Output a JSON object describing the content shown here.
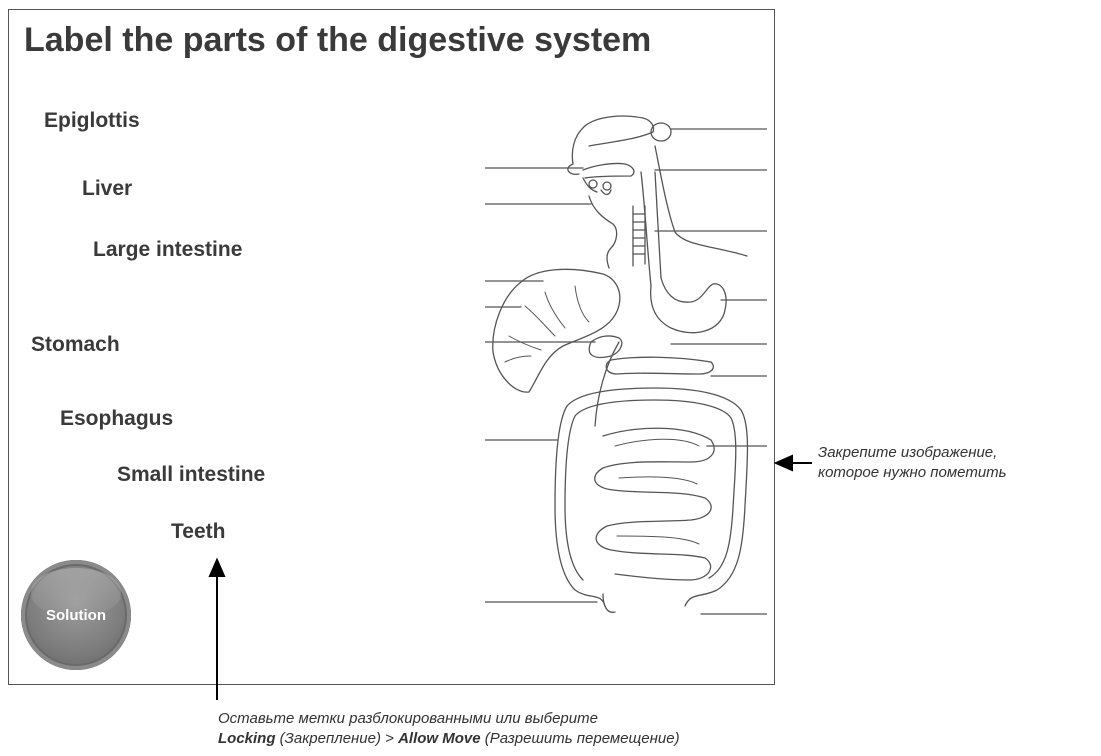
{
  "slide": {
    "title": "Label the parts of the digestive system",
    "labels": [
      "Epiglottis",
      "Liver",
      "Large intestine",
      "Stomach",
      "Esophagus",
      "Small intestine",
      "Teeth"
    ],
    "solution_button": "Solution"
  },
  "annotations": {
    "right_note_line1": "Закрепите изображение,",
    "right_note_line2": "которое нужно пометить",
    "bottom_note_line1": "Оставьте метки разблокированными или выберите",
    "bottom_note_locking": "Locking",
    "bottom_note_locking_ru": " (Закрепление) > ",
    "bottom_note_allow_move": "Allow Move",
    "bottom_note_allow_move_ru": " (Разрешить перемещение)"
  },
  "colors": {
    "border": "#555555",
    "text": "#3a3a3a",
    "button": "#7d7d7d"
  }
}
